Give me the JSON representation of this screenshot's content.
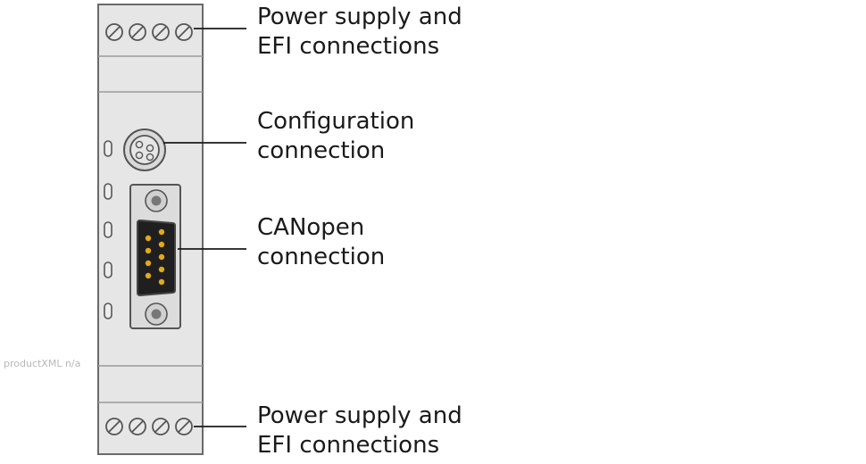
{
  "callouts": {
    "power_top": {
      "line1": "Power supply and",
      "line2": "EFI connections"
    },
    "configuration": {
      "line1": "Configuration",
      "line2": "connection"
    },
    "canopen": {
      "line1": "CANopen",
      "line2": "connection"
    },
    "power_bottom": {
      "line1": "Power supply and",
      "line2": "EFI connections"
    }
  },
  "watermark": "productXML n/a",
  "colors": {
    "housing": "#e6e6e6",
    "outline": "#666666",
    "connector_body": "#1f1f1f",
    "pin": "#e3a81c"
  }
}
